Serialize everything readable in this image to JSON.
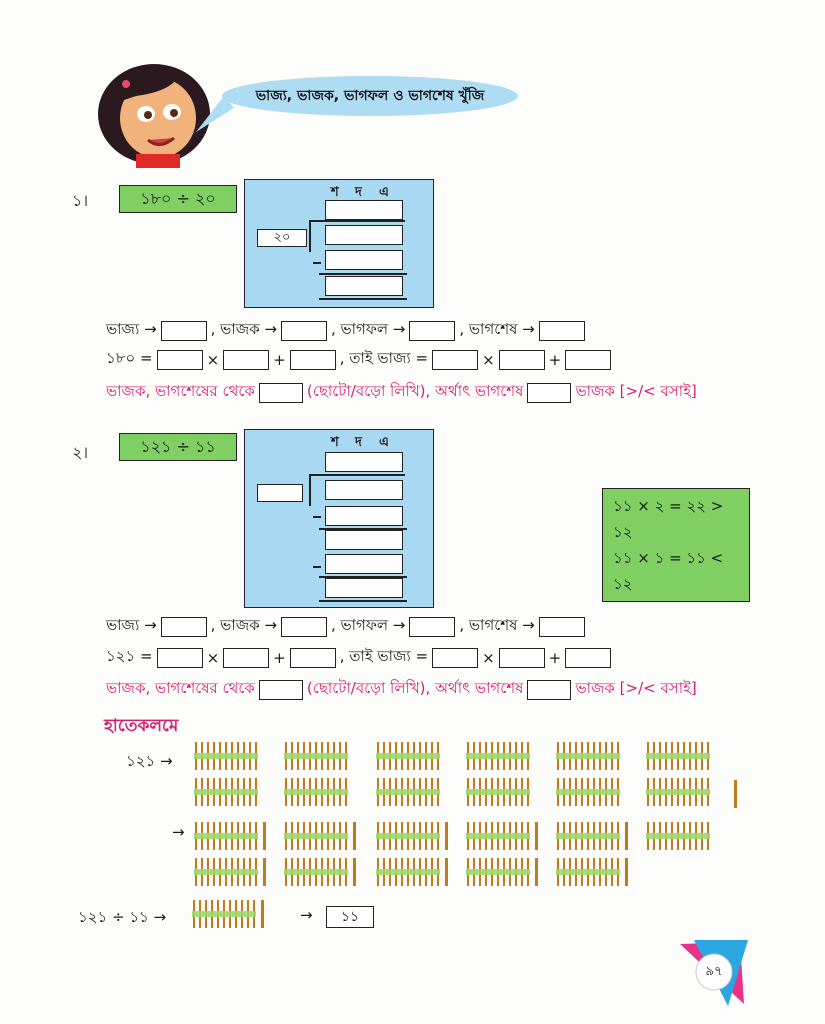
{
  "speech": "ভাজ্য, ভাজক, ভাগফল ও ভাগশেষ খুঁজি",
  "headers": [
    "শ",
    "দ",
    "এ"
  ],
  "q1": {
    "number": "১।",
    "expr": "১৮০ ÷ ২০",
    "divisor": "২০",
    "row1": {
      "l1": "ভাজ্য →",
      "l2": ", ভাজক →",
      "l3": ", ভাগফল →",
      "l4": ", ভাগশেষ →"
    },
    "row2": {
      "lhs": "১৮০ =",
      "x": "×",
      "plus": "+",
      "mid": ", তাই ভাজ্য =",
      "x2": "×",
      "plus2": "+"
    },
    "row3": {
      "a": "ভাজক, ভাগশেষের থেকে",
      "b": "(ছোটো/বড়ো লিখি), অর্থাৎ ভাগশেষ",
      "c": "ভাজক [>/< বসাই]"
    }
  },
  "q2": {
    "number": "২।",
    "expr": "১২১ ÷ ১১",
    "hint1": "১১ × ২ = ২২ > ১২",
    "hint2": "১১ × ১ = ১১ < ১২",
    "row1": {
      "l1": "ভাজ্য →",
      "l2": ", ভাজক →",
      "l3": ", ভাগফল →",
      "l4": ", ভাগশেষ →"
    },
    "row2": {
      "lhs": "১২১ =",
      "x": "×",
      "plus": "+",
      "mid": ", তাই ভাজ্য =",
      "x2": "×",
      "plus2": "+"
    },
    "row3": {
      "a": "ভাজক, ভাগশেষের থেকে",
      "b": "(ছোটো/বড়ো লিখি), অর্থাৎ ভাগশেষ",
      "c": "ভাজক [>/< বসাই]"
    }
  },
  "hands_on": {
    "title": "হাতেকলমে",
    "label1": "১২১ →",
    "arrow": "→",
    "label3": "১২১ ÷ ১১ →",
    "arrow2": "→",
    "answer": "১১"
  },
  "page_number": "৯৭",
  "colors": {
    "green": "#7fcf62",
    "blue": "#a9d8f2",
    "pink": "#d6206f",
    "stick": "#c27a1c",
    "band": "#9fd86a"
  }
}
